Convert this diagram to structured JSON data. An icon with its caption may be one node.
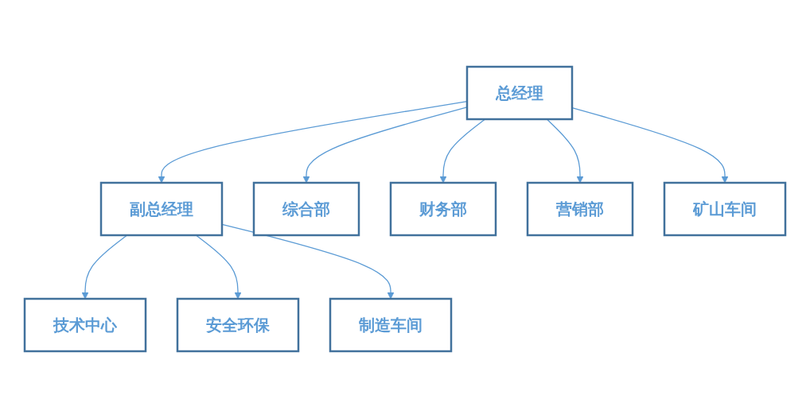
{
  "diagram": {
    "nodes": [
      {
        "text": [
          "总经理"
        ]
      },
      {
        "text": [
          "副总经理"
        ]
      },
      {
        "text": [
          "综合部"
        ]
      },
      {
        "text": [
          "财务部"
        ]
      },
      {
        "text": [
          "营销部"
        ]
      },
      {
        "text": [
          "矿山车间"
        ]
      },
      {
        "text": [
          "技术中心"
        ]
      },
      {
        "text": [
          "安全环保"
        ]
      },
      {
        "text": [
          "制造车间"
        ]
      }
    ],
    "edges": [
      {
        "from": 0,
        "to": 1,
        "arrow": "to"
      },
      {
        "from": 0,
        "to": 2,
        "arrow": "to"
      },
      {
        "from": 0,
        "to": 3,
        "arrow": "to"
      },
      {
        "from": 0,
        "to": 4,
        "arrow": "to"
      },
      {
        "from": 0,
        "to": 5,
        "arrow": "to"
      },
      {
        "from": 1,
        "to": 6,
        "arrow": "to"
      },
      {
        "from": 1,
        "to": 7,
        "arrow": "to"
      },
      {
        "from": 1,
        "to": 8,
        "arrow": "to"
      }
    ]
  }
}
